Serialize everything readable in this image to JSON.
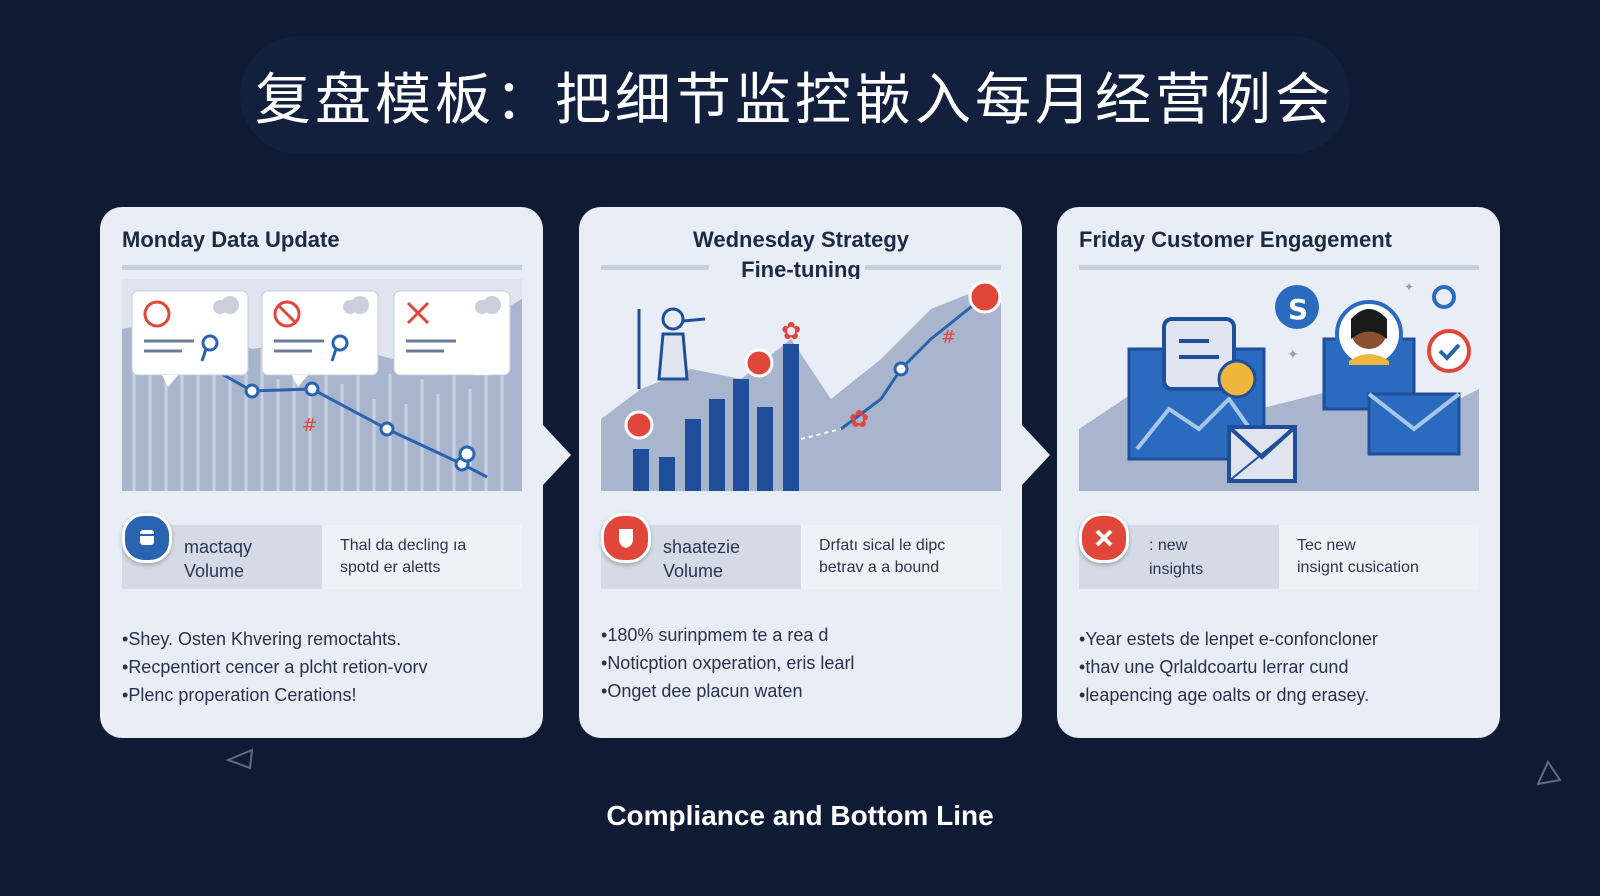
{
  "title": "复盘模板：把细节监控嵌入每月经营例会",
  "footer": "Compliance and Bottom Line",
  "cards": [
    {
      "header": "Monday Data Update",
      "metric": {
        "label_line1": "mactaqy",
        "label_line2": "Volume",
        "desc_line1": "Thal da decling ıa",
        "desc_line2": "spotd er aletts"
      },
      "bullets": [
        "Shey. Osten Khvering remoctahts.",
        "Recpentiort cencer a plcht retion-vorv",
        "Plenc properation Cerations!"
      ]
    },
    {
      "header_line1": "Wednesday Strategy",
      "header_line2": "Fine-tuning",
      "metric": {
        "label_line1": "shaatezie",
        "label_line2": "Volume",
        "desc_line1": "Drfatı sical le dipc",
        "desc_line2": "betrav a a bound"
      },
      "bullets": [
        "180% surinpmem te a rea d",
        "Noticption oxperation, eris learl",
        "Onget dee placun waten"
      ]
    },
    {
      "header": "Friday Customer Engagement",
      "metric": {
        "label_line1": ": new",
        "label_line2": "insights",
        "desc_line1": "Tec new",
        "desc_line2": "insignt cusication"
      },
      "bullets": [
        "Year estets de lenpet e-confoncloner",
        "thav une Qrlaldcoartu lerrar cund",
        "leapencing age oalts or dng erasey."
      ]
    }
  ],
  "colors": {
    "background": "#0f1b35",
    "card": "#e9edf5",
    "accent_blue": "#2a6bbf",
    "accent_red": "#e0463a"
  }
}
